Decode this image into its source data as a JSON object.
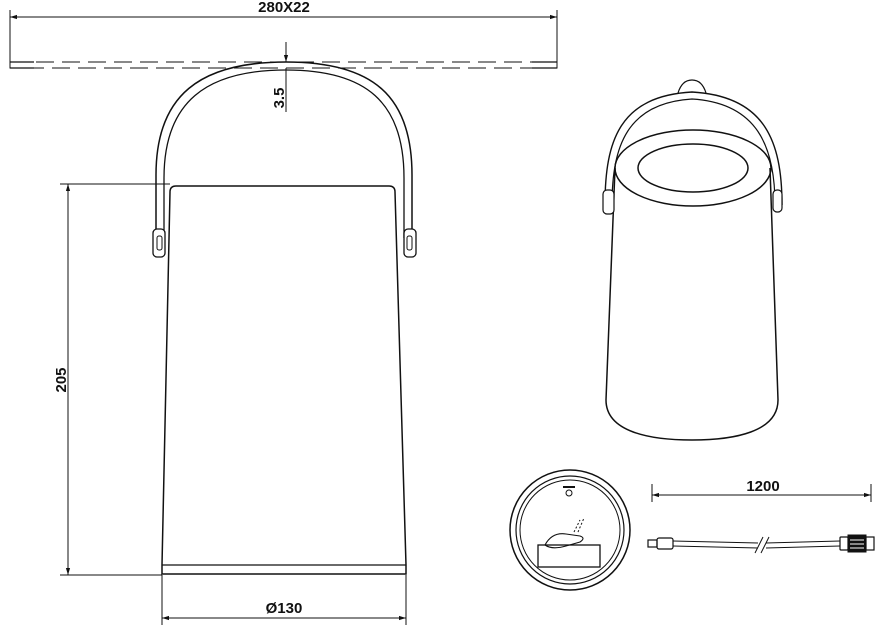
{
  "dimensions": {
    "stand": "280X22",
    "gap": "3.5",
    "height": "205",
    "diameter": "Ø130",
    "cable_length": "1200"
  },
  "colors": {
    "line": "#111111",
    "background": "#ffffff"
  }
}
